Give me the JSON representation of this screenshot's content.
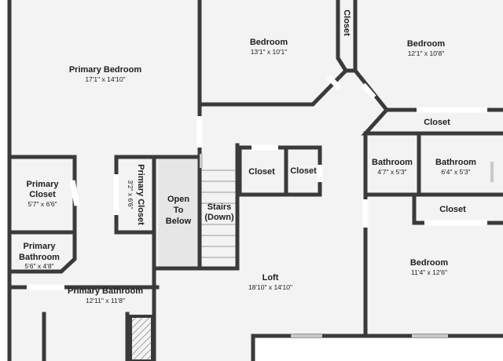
{
  "floorplan": {
    "rooms": [
      {
        "id": "primary-bedroom",
        "name": "Primary Bedroom",
        "dims": "17'1\" x 14'10\""
      },
      {
        "id": "bedroom-1",
        "name": "Bedroom",
        "dims": "13'1\" x 10'1\""
      },
      {
        "id": "bedroom-2",
        "name": "Bedroom",
        "dims": "12'1\" x 10'8\""
      },
      {
        "id": "closet-top",
        "name": "Closet"
      },
      {
        "id": "closet-right",
        "name": "Closet"
      },
      {
        "id": "primary-closet-left",
        "name_line1": "Primary",
        "name_line2": "Closet",
        "dims": "5'7\" x 6'6\""
      },
      {
        "id": "primary-closet-vertical",
        "name": "Primary Closet",
        "dims": "3'2\" x 6'6\""
      },
      {
        "id": "open-to-below",
        "name_line1": "Open",
        "name_line2": "To",
        "name_line3": "Below"
      },
      {
        "id": "stairs",
        "name_line1": "Stairs",
        "name_line2": "(Down)"
      },
      {
        "id": "closet-mid-1",
        "name": "Closet"
      },
      {
        "id": "closet-mid-2",
        "name": "Closet"
      },
      {
        "id": "bathroom-1",
        "name": "Bathroom",
        "dims": "4'7\" x 5'3\""
      },
      {
        "id": "bathroom-2",
        "name": "Bathroom",
        "dims": "6'4\" x 5'3\""
      },
      {
        "id": "closet-lower-right",
        "name": "Closet"
      },
      {
        "id": "primary-bathroom-small",
        "name_line1": "Primary",
        "name_line2": "Bathroom",
        "dims": "5'6\" x 4'8\""
      },
      {
        "id": "primary-bathroom",
        "name": "Primary Bathroom",
        "dims": "12'11\" x 11'8\""
      },
      {
        "id": "loft",
        "name": "Loft",
        "dims": "18'10\" x 14'10\""
      },
      {
        "id": "bedroom-3",
        "name": "Bedroom",
        "dims": "11'4\" x 12'6\""
      }
    ],
    "colors": {
      "wall": "#3a3a3a",
      "floor": "#f3f3f3",
      "open_to_below": "#e6e6e6",
      "window": "#c9c9c9"
    }
  }
}
